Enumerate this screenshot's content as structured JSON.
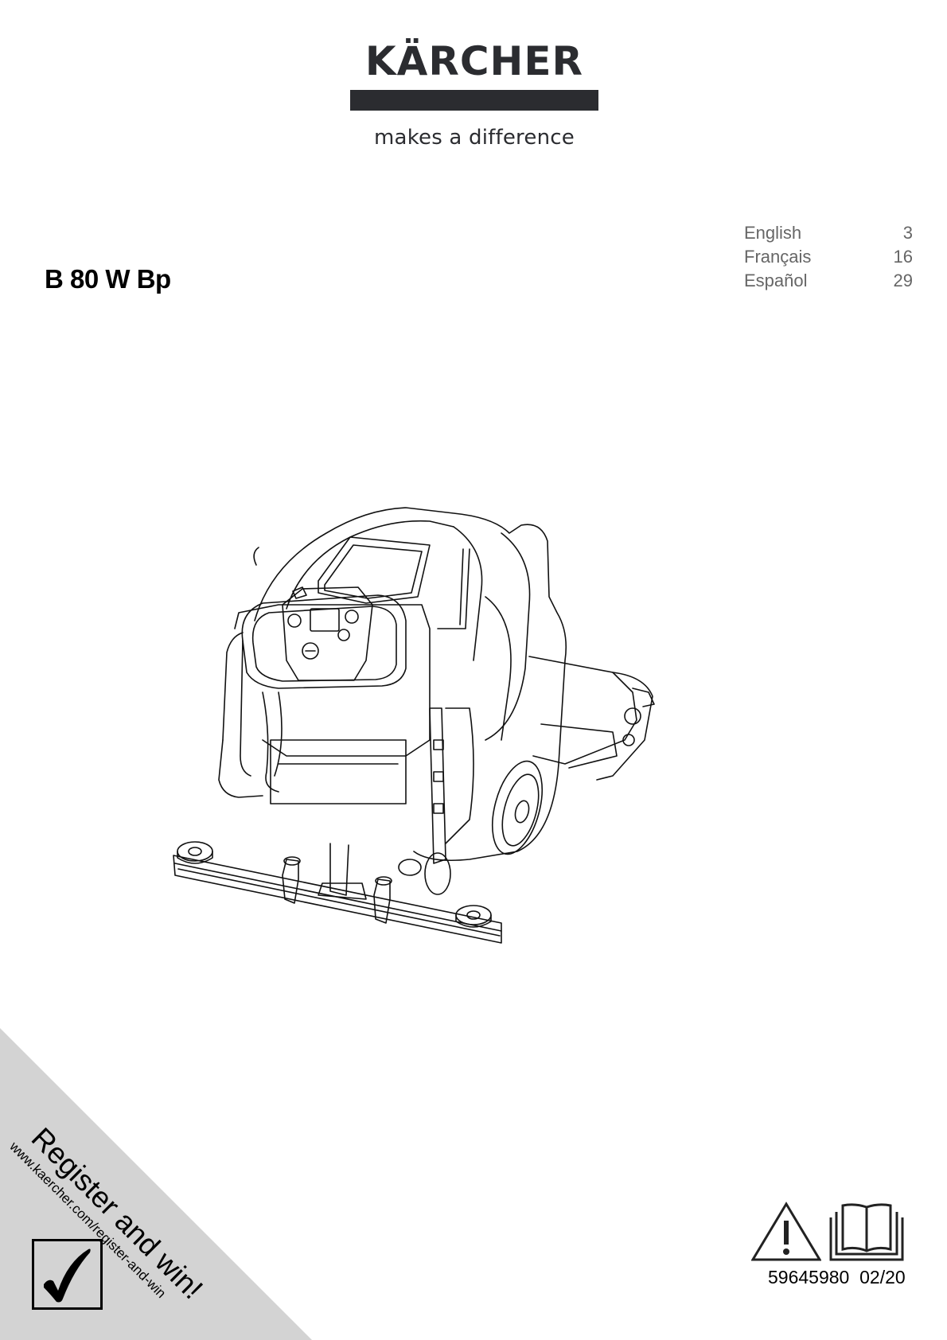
{
  "brand": {
    "name": "KÄRCHER",
    "tagline": "makes a difference",
    "color": "#2b2c30"
  },
  "product": {
    "model": "B 80 W Bp"
  },
  "toc": [
    {
      "language": "English",
      "page": "3"
    },
    {
      "language": "Français",
      "page": "16"
    },
    {
      "language": "Español",
      "page": "29"
    }
  ],
  "illustration": {
    "subject": "scrubber-dryer-line-drawing"
  },
  "register": {
    "title": "Register and win!",
    "url": "www.kaercher.com/register-and-win",
    "background": "#d3d3d3",
    "icon": "checkmark-box-icon"
  },
  "footer": {
    "icons": [
      "warning-triangle-icon",
      "manual-book-icon"
    ],
    "document_number": "59645980",
    "date_code": "02/20"
  }
}
